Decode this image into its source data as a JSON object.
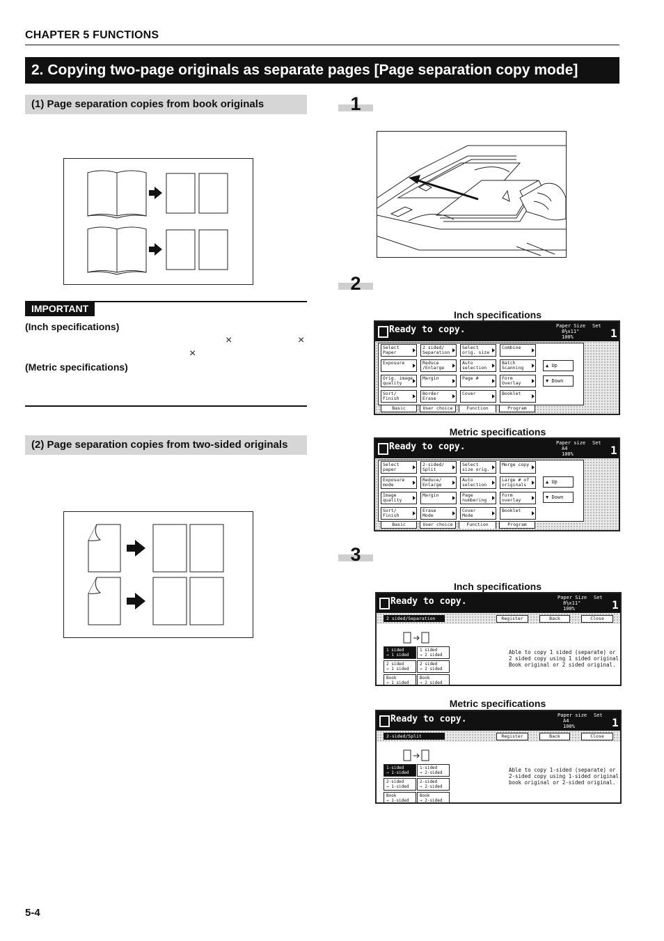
{
  "header": {
    "chapter": "CHAPTER 5  FUNCTIONS"
  },
  "title": "2. Copying two-page originals as separate pages [Page separation copy mode]",
  "section1": {
    "heading": "(1) Page separation copies from book originals"
  },
  "important": {
    "tag": "IMPORTANT",
    "inch_label": "(Inch specifications)",
    "metric_label": "(Metric specifications)",
    "times_symbol": "×"
  },
  "section2": {
    "heading": "(2) Page separation copies from two-sided originals"
  },
  "steps": [
    "1",
    "2",
    "3"
  ],
  "captions": {
    "step2_inch": "Inch specifications",
    "step2_metric": "Metric specifications",
    "step3_inch": "Inch specifications",
    "step3_metric": "Metric specifications"
  },
  "panel_inch_main": {
    "ready": "Ready to copy.",
    "paper_size": "Paper Size",
    "paper_line2": "8½x11\"",
    "zoom": "100%",
    "set": "Set",
    "count": "1",
    "buttons": [
      [
        "Select\nPaper",
        "2 sided/\nSeparation",
        "Select\norig. size",
        "Combine"
      ],
      [
        "Exposure",
        "Reduce\n/Enlarge",
        "Auto\nselection",
        "Batch\nScanning"
      ],
      [
        "Orig. image\nquality",
        "Margin",
        "Page #",
        "Form\nOverlay"
      ],
      [
        "Sort/\nFinish",
        "Border\nErase",
        "Cover",
        "Booklet"
      ]
    ],
    "up": "Up",
    "down": "Down",
    "tabs": [
      "Basic",
      "User choice",
      "Function",
      "Program"
    ]
  },
  "panel_metric_main": {
    "ready": "Ready to copy.",
    "paper_size": "Paper size",
    "paper_line2": "A4",
    "zoom": "100%",
    "set": "Set",
    "count": "1",
    "buttons": [
      [
        "Select\npaper",
        "2-sided/\nSplit",
        "Select\nsize orig.",
        "Merge copy"
      ],
      [
        "Exposure\nmode",
        "Reduce/\nEnlarge",
        "Auto\nselection",
        "Large # of\noriginals"
      ],
      [
        "Image\nquality",
        "Margin",
        "Page\nnumbering",
        "Form\noverlay"
      ],
      [
        "Sort/\nFinish",
        "Erase\nMode",
        "Cover\nMode",
        "Booklet"
      ]
    ],
    "up": "Up",
    "down": "Down",
    "tabs": [
      "Basic",
      "User choice",
      "Function",
      "Program"
    ]
  },
  "panel_inch_sep": {
    "ready": "Ready to copy.",
    "paper_size": "Paper Size",
    "paper_line2": "8½x11\"",
    "zoom": "100%",
    "set": "Set",
    "count": "1",
    "title": "2 sided/Separation",
    "register": "Register",
    "back": "Back",
    "close": "Close",
    "options": [
      [
        "1 sided\n→ 1 sided",
        "1 sided\n→ 2 sided"
      ],
      [
        "2 sided\n→ 1 sided",
        "2 sided\n→ 2 sided"
      ],
      [
        "Book\n→ 1 sided",
        "Book\n→ 2 sided"
      ]
    ],
    "desc": "Able to copy 1 sided (separate) or\n2 sided copy using 1 sided original.\nBook original or 2 sided original."
  },
  "panel_metric_sep": {
    "ready": "Ready to copy.",
    "paper_size": "Paper size",
    "paper_line2": "A4",
    "zoom": "100%",
    "set": "Set",
    "count": "1",
    "title": "2-sided/Split",
    "register": "Register",
    "back": "Back",
    "close": "Close",
    "options": [
      [
        "1-sided\n→ 1-sided",
        "1-sided\n→ 2-sided"
      ],
      [
        "2-sided\n→ 1-sided",
        "2-sided\n→ 2-sided"
      ],
      [
        "Book\n→ 1-sided",
        "Book\n→ 2-sided"
      ]
    ],
    "desc": "Able to copy 1-sided (separate) or\n2-sided copy using 1-sided original.\nbook original or 2-sided original."
  },
  "footer": {
    "page": "5-4"
  }
}
